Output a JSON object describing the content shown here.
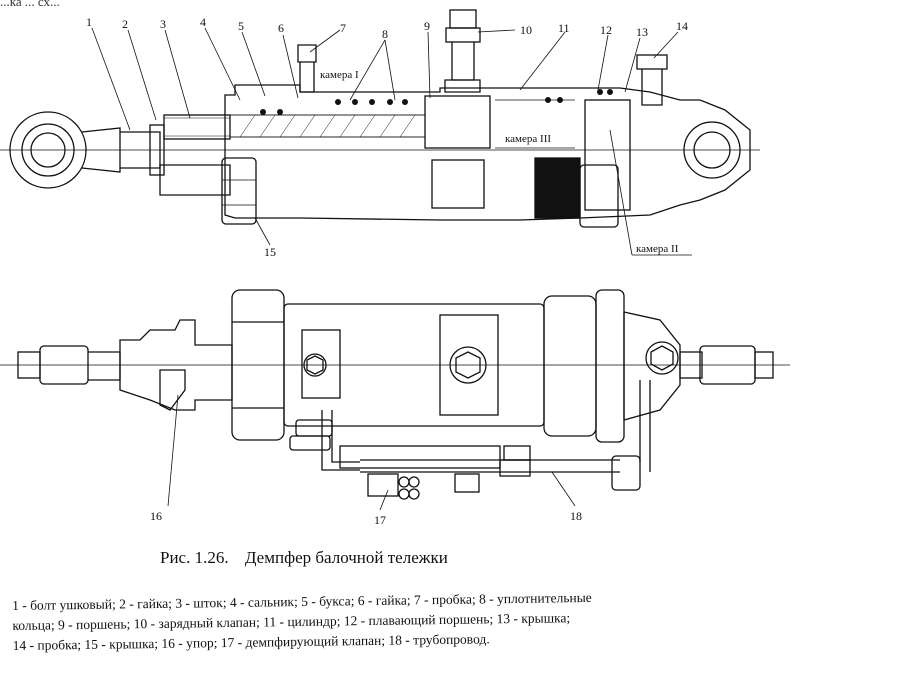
{
  "top_fragment": "...ка ... сх...",
  "callouts": {
    "top": [
      "1",
      "2",
      "3",
      "4",
      "5",
      "6",
      "7",
      "8",
      "9",
      "10",
      "11",
      "12",
      "13",
      "14",
      "15"
    ],
    "bottom": [
      "16",
      "17",
      "18"
    ]
  },
  "chambers": {
    "c1": "камера I",
    "c2": "камера II",
    "c3": "камера III"
  },
  "caption": {
    "number": "Рис. 1.26.",
    "title": "Демпфер балочной тележки"
  },
  "legend": {
    "line1": "1 - болт ушковый; 2 - гайка; 3 - шток; 4 - сальник; 5 - букса; 6 - гайка; 7 - пробка; 8 - уплотнительные",
    "line2": "кольца; 9 - поршень; 10 - зарядный клапан; 11 - цилиндр; 12 - плавающий поршень; 13 - крышка;",
    "line3": "14 - пробка; 15 - крышка; 16 - упор; 17 - демпфирующий клапан; 18 - трубопровод."
  },
  "colors": {
    "ink": "#111111",
    "paper": "#ffffff"
  }
}
